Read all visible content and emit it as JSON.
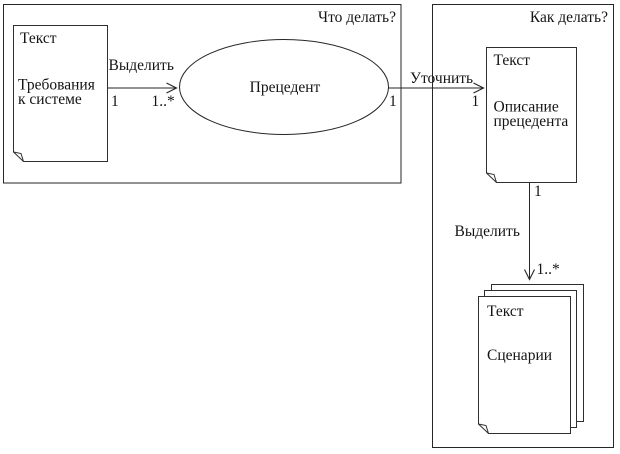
{
  "regions": {
    "what": {
      "title": "Что делать?"
    },
    "how": {
      "title": "Как делать?"
    }
  },
  "nodes": {
    "requirements": {
      "header": "Текст",
      "line1": "Требования",
      "line2": "к системе"
    },
    "usecase": {
      "label": "Прецедент"
    },
    "description": {
      "header": "Текст",
      "line1": "Описание",
      "line2": "прецедента"
    },
    "scenarios": {
      "header": "Текст",
      "title": "Сценарии"
    }
  },
  "edges": {
    "extract_left": {
      "label": "Выделить",
      "source_mult": "1",
      "target_mult": "1..*"
    },
    "refine": {
      "label": "Уточнить",
      "source_mult": "1",
      "target_mult": "1"
    },
    "extract_down": {
      "label": "Выделить",
      "source_mult": "1",
      "target_mult": "1..*"
    }
  },
  "colors": {
    "line": "#262626",
    "text": "#141414",
    "background": "#ffffff"
  }
}
